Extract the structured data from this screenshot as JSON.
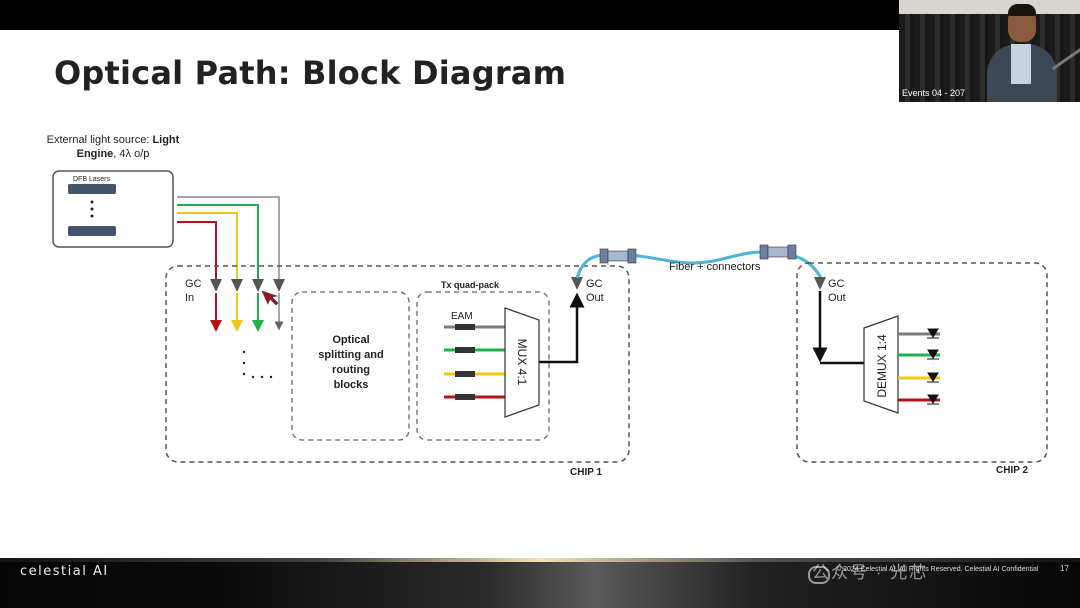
{
  "slide": {
    "title": "Optical Path: Block Diagram"
  },
  "light_source": {
    "caption_prefix": "External light source: ",
    "caption_bold1": "Light",
    "caption_bold2": "Engine",
    "caption_suffix": ", 4λ o/p",
    "box_label": "DFB Lasers"
  },
  "chip1": {
    "label": "CHIP 1",
    "gc_in_line1": "GC",
    "gc_in_line2": "In",
    "gc_out_line1": "GC",
    "gc_out_line2": "Out",
    "splitting_line1": "Optical",
    "splitting_line2": "splitting and",
    "splitting_line3": "routing",
    "splitting_line4": "blocks",
    "quadpack_label": "Tx quad-pack",
    "eam_label": "EAM",
    "mux_label": "MUX 4:1"
  },
  "fiber": {
    "label": "Fiber + connectors"
  },
  "chip2": {
    "label": "CHIP 2",
    "gc_out_line1": "GC",
    "gc_out_line2": "Out",
    "demux_label": "DEMUX 1:4"
  },
  "colors": {
    "red": "#b5121b",
    "yellow": "#f2c811",
    "green": "#1fb14a",
    "gray": "#7b7b7b",
    "fiber": "#4fb3d9"
  },
  "webcam": {
    "label": "Events 04 - 207"
  },
  "footer": {
    "brand": "celestial AI",
    "copyright": "© 2024 Celestial AI. All Rights Reserved. Celestial AI Confidential",
    "watermark": "公众号 · 光芯",
    "page_number": "17"
  }
}
